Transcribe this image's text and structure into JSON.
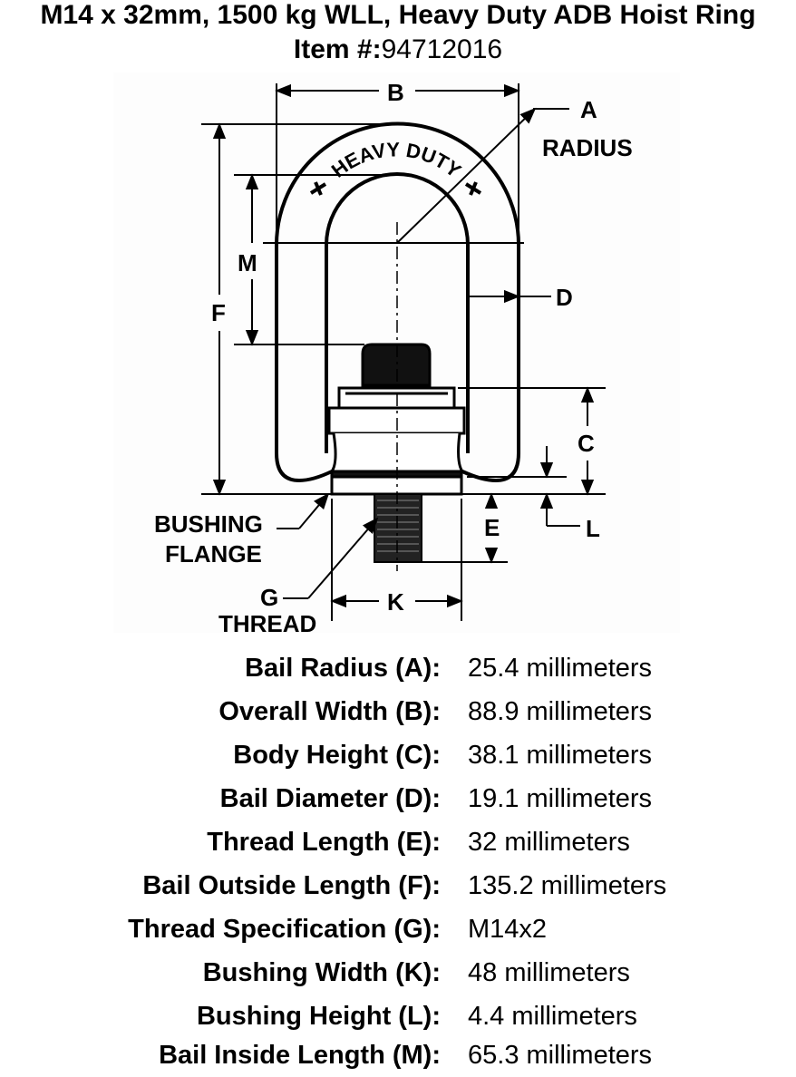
{
  "title": {
    "line1": "M14 x 32mm, 1500 kg WLL, Heavy Duty ADB Hoist Ring",
    "item_prefix": "Item #:",
    "item_number": "94712016"
  },
  "diagram": {
    "bail_text": "HEAVY DUTY",
    "labels": {
      "A": "A",
      "radius": "RADIUS",
      "B": "B",
      "C": "C",
      "D": "D",
      "E": "E",
      "F": "F",
      "G": "G",
      "K": "K",
      "L": "L",
      "M": "M",
      "bushing": "BUSHING",
      "flange": "FLANGE",
      "thread": "THREAD"
    }
  },
  "specs": [
    {
      "label": "Bail Radius (A):",
      "value": "25.4 millimeters"
    },
    {
      "label": "Overall Width (B):",
      "value": "88.9 millimeters"
    },
    {
      "label": "Body Height (C):",
      "value": "38.1 millimeters"
    },
    {
      "label": "Bail Diameter (D):",
      "value": "19.1 millimeters"
    },
    {
      "label": "Thread Length (E):",
      "value": "32 millimeters"
    },
    {
      "label": "Bail Outside Length (F):",
      "value": "135.2 millimeters"
    },
    {
      "label": "Thread Specification (G):",
      "value": "M14x2"
    },
    {
      "label": "Bushing Width (K):",
      "value": "48 millimeters"
    },
    {
      "label": "Bushing Height (L):",
      "value": "4.4 millimeters"
    },
    {
      "label": "Bail Inside Length (M):",
      "value": "65.3 millimeters"
    }
  ]
}
